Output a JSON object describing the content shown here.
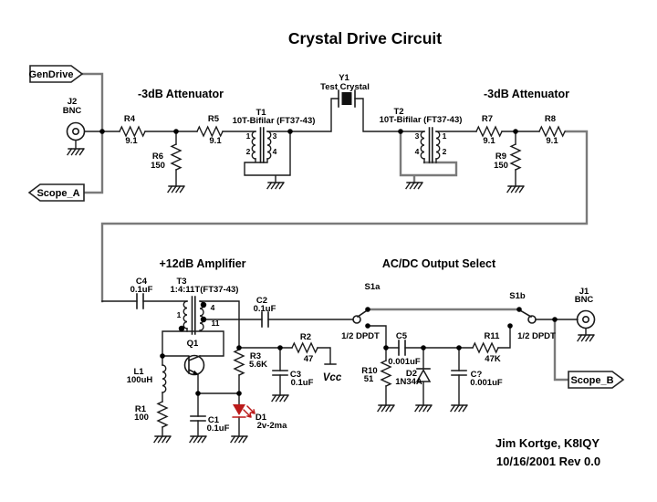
{
  "title": "Crystal Drive Circuit",
  "headers": {
    "attenuator_left": "-3dB Attenuator",
    "attenuator_right": "-3dB Attenuator",
    "amplifier": "+12dB Amplifier",
    "output_select": "AC/DC Output Select"
  },
  "flags": {
    "gen_drive": "GenDrive",
    "scope_a": "Scope_A",
    "scope_b": "Scope_B"
  },
  "connectors": {
    "j2": {
      "ref": "J2",
      "type": "BNC"
    },
    "j1": {
      "ref": "J1",
      "type": "BNC"
    }
  },
  "resistors": {
    "r1": {
      "ref": "R1",
      "value": "100"
    },
    "r2": {
      "ref": "R2",
      "value": "47"
    },
    "r3": {
      "ref": "R3",
      "value": "5.6K"
    },
    "r4": {
      "ref": "R4",
      "value": "9.1"
    },
    "r5": {
      "ref": "R5",
      "value": "9.1"
    },
    "r6": {
      "ref": "R6",
      "value": "150"
    },
    "r7": {
      "ref": "R7",
      "value": "9.1"
    },
    "r8": {
      "ref": "R8",
      "value": "9.1"
    },
    "r9": {
      "ref": "R9",
      "value": "150"
    },
    "r10": {
      "ref": "R10",
      "value": "51"
    },
    "r11": {
      "ref": "R11",
      "value": "47K"
    }
  },
  "capacitors": {
    "c1": {
      "ref": "C1",
      "value": "0.1uF"
    },
    "c2": {
      "ref": "C2",
      "value": "0.1uF"
    },
    "c3": {
      "ref": "C3",
      "value": "0.1uF"
    },
    "c4": {
      "ref": "C4",
      "value": "0.1uF"
    },
    "c5": {
      "ref": "C5",
      "value": "0.001uF"
    },
    "cq": {
      "ref": "C?",
      "value": "0.001uF"
    }
  },
  "inductors": {
    "l1": {
      "ref": "L1",
      "value": "100uH"
    }
  },
  "semiconductors": {
    "q1": {
      "ref": "Q1"
    },
    "d1": {
      "ref": "D1",
      "value": "2v-2ma"
    },
    "d2": {
      "ref": "D2",
      "value": "1N34A"
    }
  },
  "transformers": {
    "t1": {
      "ref": "T1",
      "desc": "10T-Bifilar (FT37-43)",
      "pins": [
        "1",
        "2",
        "3",
        "4"
      ]
    },
    "t2": {
      "ref": "T2",
      "desc": "10T-Bifilar (FT37-43)",
      "pins": [
        "3",
        "4",
        "1",
        "2"
      ]
    },
    "t3": {
      "ref": "T3",
      "desc": "1:4:11T(FT37-43)",
      "pins": [
        "1",
        "4",
        "11"
      ]
    }
  },
  "crystal": {
    "ref": "Y1",
    "name": "Test Crystal"
  },
  "switches": {
    "s1a": {
      "ref": "S1a",
      "type": "1/2 DPDT"
    },
    "s1b": {
      "ref": "S1b",
      "type": "1/2 DPDT"
    }
  },
  "power": {
    "vcc": "Vcc"
  },
  "credits": {
    "author": "Jim Kortge, K8IQY",
    "revision": "10/16/2001 Rev 0.0"
  },
  "colors": {
    "wire": "#1a1a1a",
    "bus": "#7a7a7a",
    "led": "#bb1a1a"
  }
}
